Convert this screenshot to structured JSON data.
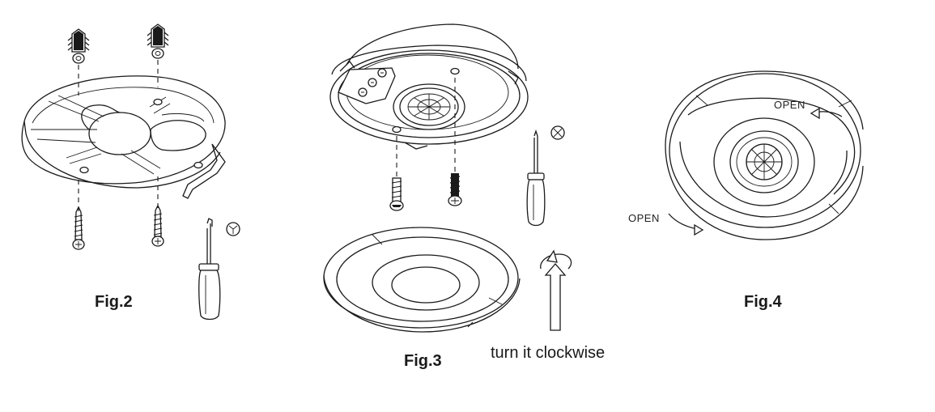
{
  "figures": {
    "fig2": {
      "label": "Fig.2"
    },
    "fig3": {
      "label": "Fig.3",
      "instruction": "turn it clockwise"
    },
    "fig4": {
      "label": "Fig.4",
      "open_top": "OPEN",
      "open_left": "OPEN"
    }
  },
  "icons": {
    "fig2_screwdriver": "y-screwdriver-icon",
    "fig3_screwdriver": "cross-screwdriver-icon",
    "fig3_rotate": "rotate-clockwise-arrow-icon",
    "fig4_rotate": "curved-arrow-icon"
  },
  "colors": {
    "line": "#1a1a1a",
    "background": "#ffffff"
  }
}
